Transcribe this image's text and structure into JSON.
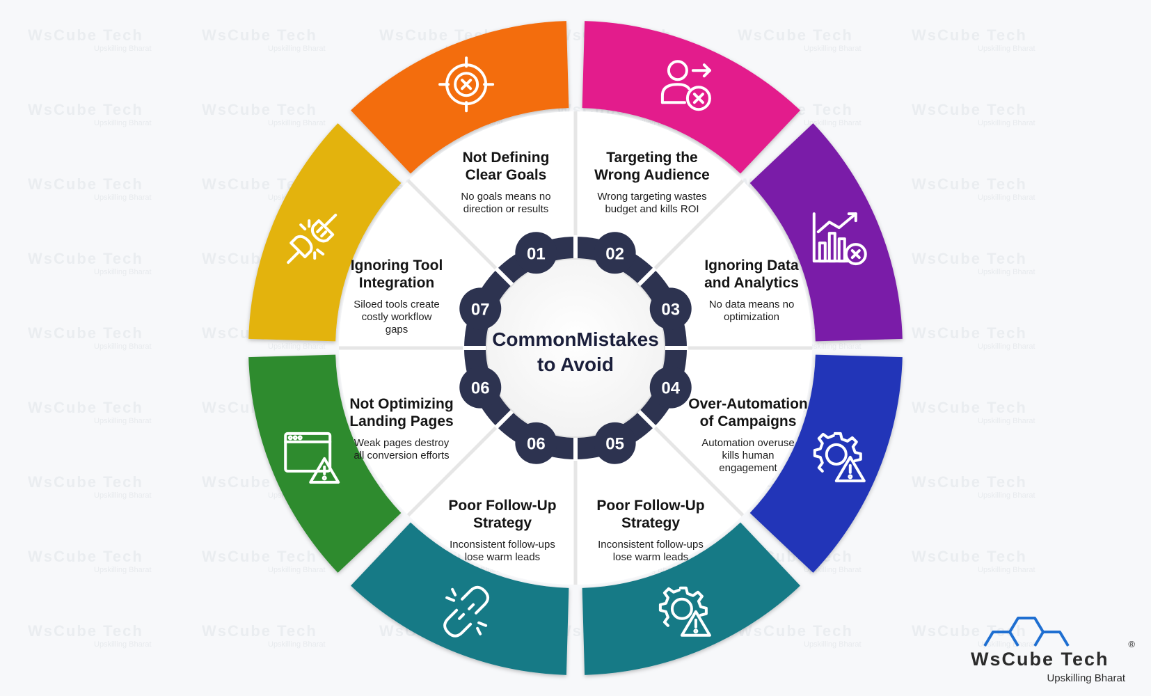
{
  "center_title": [
    "CommonMistakes",
    "to Avoid"
  ],
  "colors": {
    "orange": "#f36d10",
    "pink": "#e31d8c",
    "purple": "#7a1fa8",
    "blue": "#2236b8",
    "teal": "#157a86",
    "green": "#2e8b2e",
    "yellow": "#e3b30c",
    "hub": "#2d3350"
  },
  "segments": [
    {
      "num": "01",
      "title": [
        "Not Defining",
        "Clear Goals"
      ],
      "desc": [
        "No goals means no",
        "direction or results"
      ],
      "icon": "target-x-icon",
      "color": "orange"
    },
    {
      "num": "02",
      "title": [
        "Targeting the",
        "Wrong Audience"
      ],
      "desc": [
        "Wrong targeting wastes",
        "budget and kills ROI"
      ],
      "icon": "user-x-icon",
      "color": "pink"
    },
    {
      "num": "03",
      "title": [
        "Ignoring Data",
        "and Analytics"
      ],
      "desc": [
        "No data means no",
        "optimization"
      ],
      "icon": "chart-x-icon",
      "color": "purple"
    },
    {
      "num": "04",
      "title": [
        "Over-Automation",
        "of Campaigns"
      ],
      "desc": [
        "Automation overuse",
        "kills human",
        "engagement"
      ],
      "icon": "gear-warning-icon",
      "color": "blue"
    },
    {
      "num": "05",
      "title": [
        "Poor Follow-Up",
        "Strategy"
      ],
      "desc": [
        "Inconsistent follow-ups",
        "lose warm leads"
      ],
      "icon": "gear-warning-icon",
      "color": "teal"
    },
    {
      "num": "06",
      "title": [
        "Poor Follow-Up",
        "Strategy"
      ],
      "desc": [
        "Inconsistent follow-ups",
        "lose warm leads"
      ],
      "icon": "broken-link-icon",
      "color": "teal"
    },
    {
      "num": "06",
      "title": [
        "Not Optimizing",
        "Landing Pages"
      ],
      "desc": [
        "Weak pages destroy",
        "all conversion efforts"
      ],
      "icon": "browser-warning-icon",
      "color": "green"
    },
    {
      "num": "07",
      "title": [
        "Ignoring Tool",
        "Integration"
      ],
      "desc": [
        "Siloed tools create",
        "costly workflow",
        "gaps"
      ],
      "icon": "unplug-icon",
      "color": "yellow"
    }
  ],
  "watermark": {
    "text": "WsCube Tech",
    "sub": "Upskilling Bharat"
  },
  "logo": {
    "brand": "WsCube Tech",
    "tagline": "Upskilling Bharat",
    "registered": "®"
  }
}
